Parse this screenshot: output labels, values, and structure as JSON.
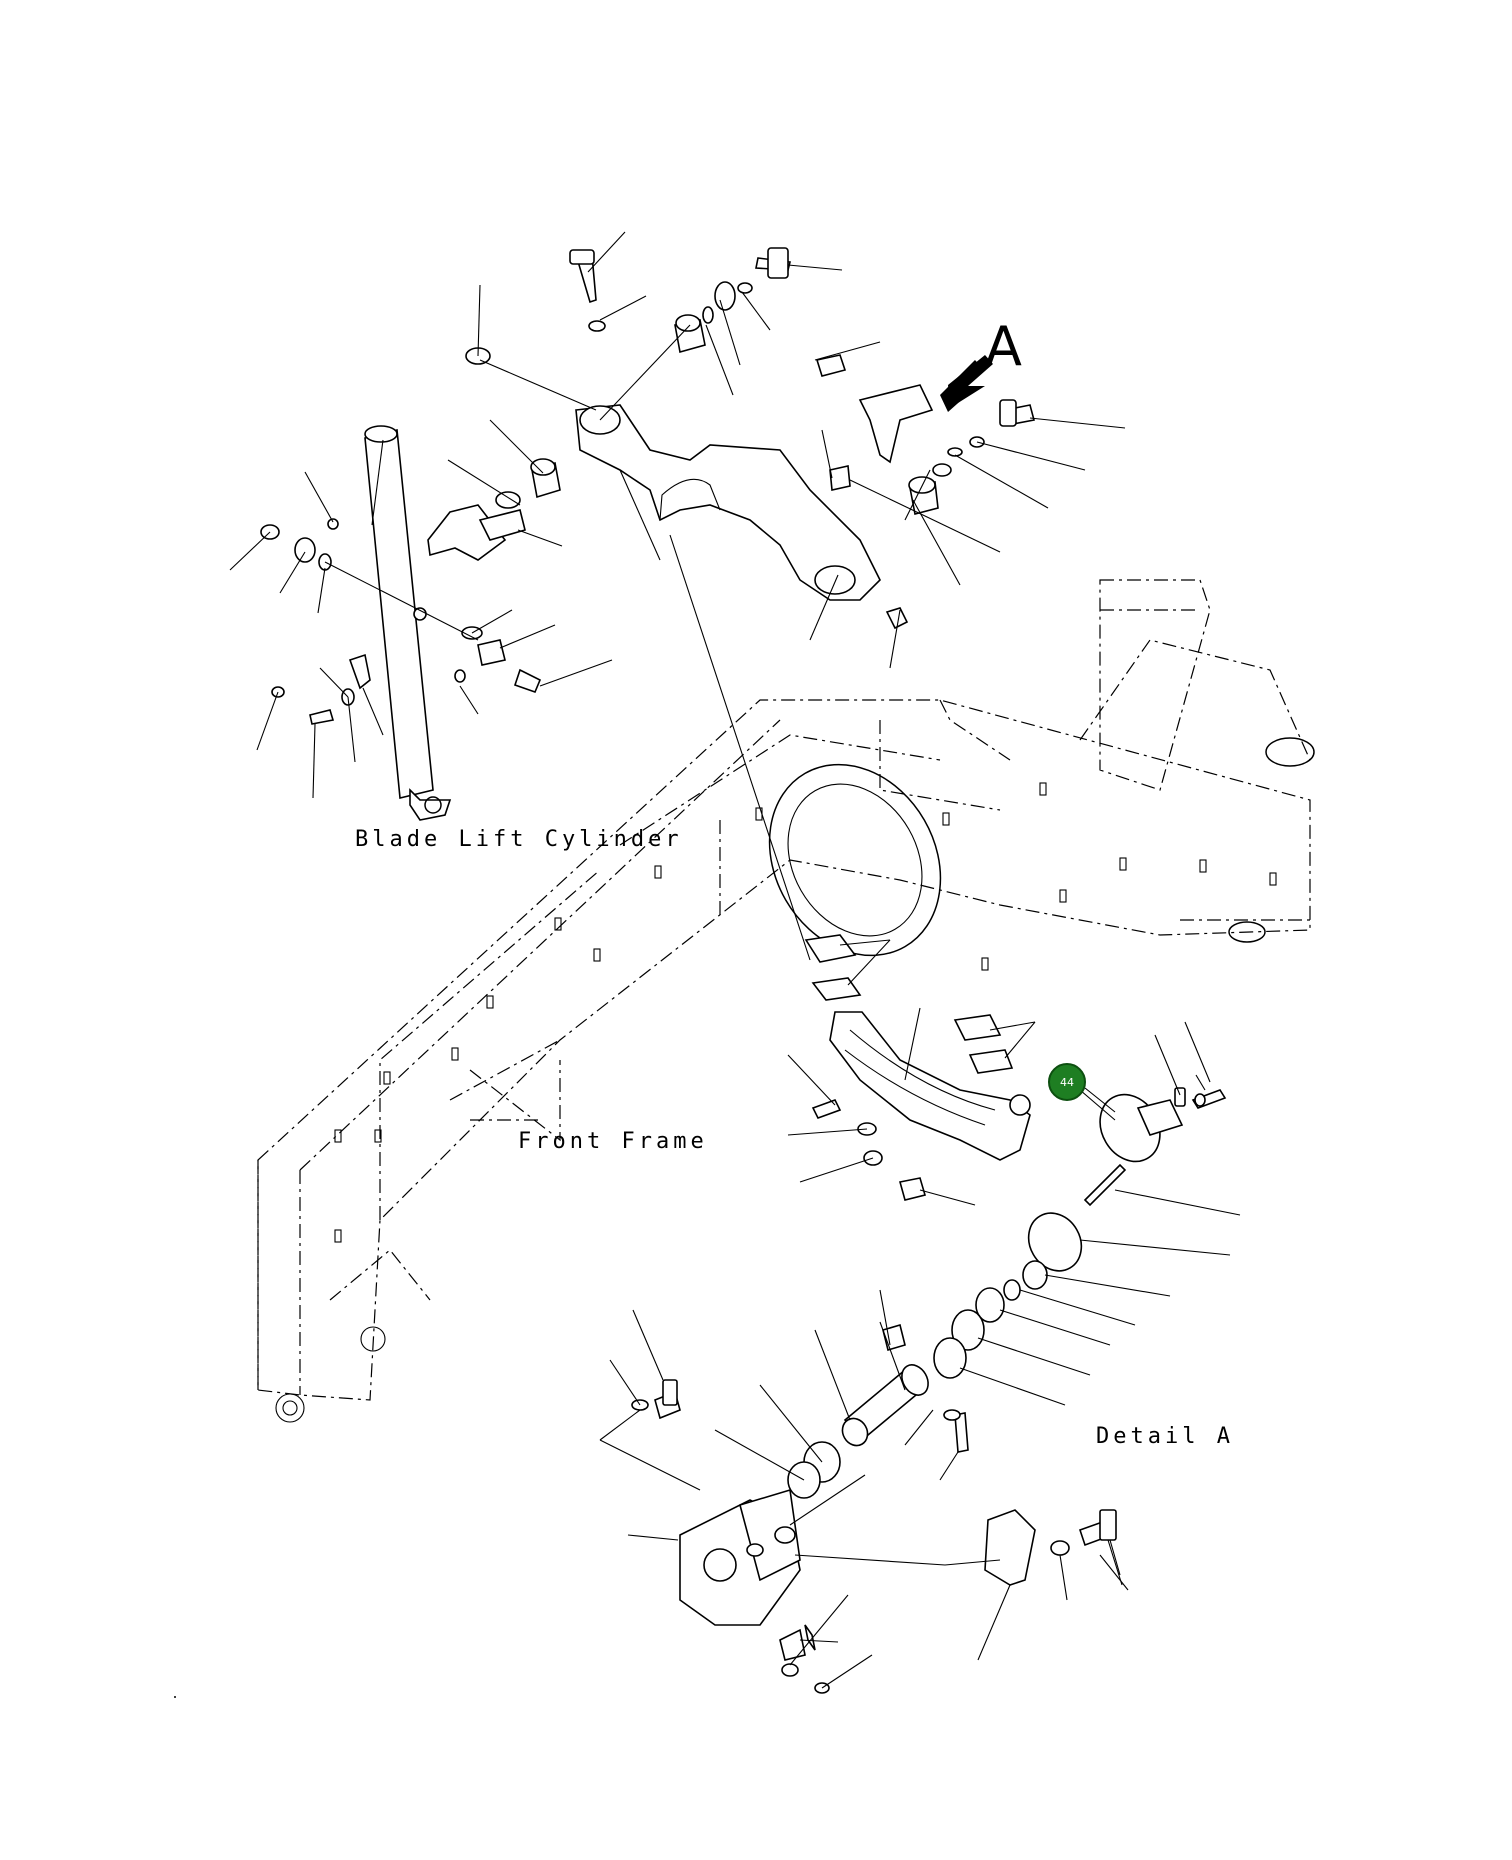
{
  "labels": {
    "blade_lift_cylinder": "Blade Lift Cylinder",
    "front_frame": "Front Frame",
    "detail_a": "Detail A",
    "view_arrow_letter": "A"
  },
  "hotspot": {
    "number": "44",
    "color": "#1e7e22"
  }
}
